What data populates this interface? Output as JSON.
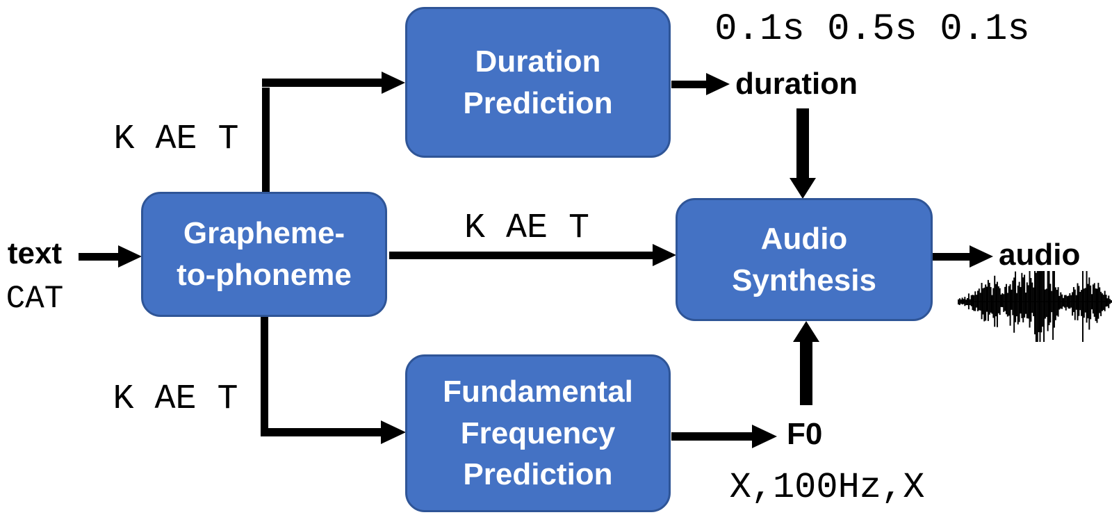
{
  "colors": {
    "node_fill": "#4472C4",
    "node_border": "#2F5597",
    "node_text": "#FFFFFF",
    "arrow": "#000000",
    "label_text": "#000000",
    "background": "#FFFFFF"
  },
  "nodes": {
    "grapheme_to_phoneme": {
      "label": "Grapheme-\nto-phoneme"
    },
    "duration_prediction": {
      "label": "Duration\nPrediction"
    },
    "audio_synthesis": {
      "label": "Audio\nSynthesis"
    },
    "fundamental_frequency_prediction": {
      "label": "Fundamental\nFrequency\nPrediction"
    }
  },
  "labels": {
    "input_name": "text",
    "input_example": "CAT",
    "phonemes_to_duration": "K AE T",
    "phonemes_to_synthesis": "K AE T",
    "phonemes_to_f0": "K AE T",
    "duration_output": "duration",
    "duration_example": "0.1s 0.5s 0.1s",
    "f0_output": "F0",
    "f0_example": "X,100Hz,X",
    "audio_output": "audio"
  },
  "icons": {
    "waveform": "speech-waveform"
  }
}
